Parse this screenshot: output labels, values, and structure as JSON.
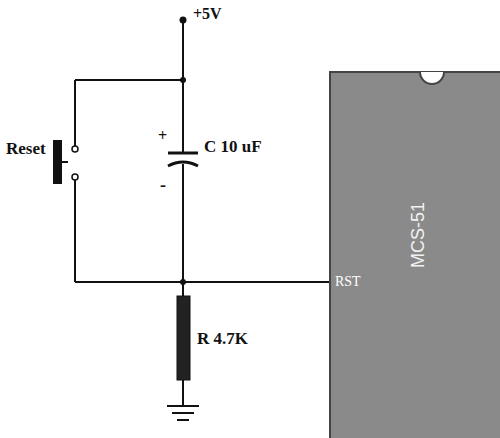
{
  "diagram": {
    "nodes": [
      {
        "text": [
          "RST",
          "MCS-51"
        ]
      }
    ],
    "labels": [
      "+5V",
      "Reset",
      "+",
      "C 10 uF",
      "-",
      "R 4.7K"
    ]
  }
}
